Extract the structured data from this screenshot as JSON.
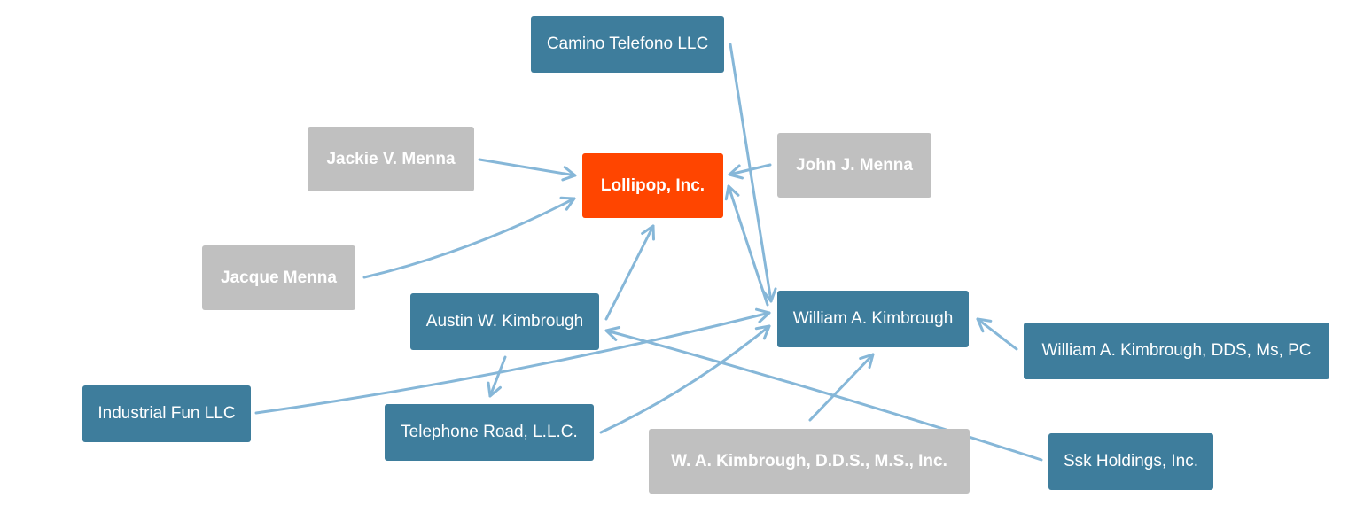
{
  "colors": {
    "entity": "#3e7d9c",
    "person": "#c0c0c0",
    "focus": "#ff4500",
    "edge": "#86b7d8",
    "label": "#ffffff"
  },
  "nodes": {
    "camino": {
      "label": "Camino Telefono LLC",
      "kind": "entity"
    },
    "jackie": {
      "label": "Jackie V. Menna",
      "kind": "person"
    },
    "lollipop": {
      "label": "Lollipop, Inc.",
      "kind": "focus"
    },
    "john": {
      "label": "John J. Menna",
      "kind": "person"
    },
    "jacque": {
      "label": "Jacque Menna",
      "kind": "person"
    },
    "austin": {
      "label": "Austin W. Kimbrough",
      "kind": "entity"
    },
    "william": {
      "label": "William A. Kimbrough",
      "kind": "entity"
    },
    "william_dds": {
      "label": "William A. Kimbrough, DDS, Ms, PC",
      "kind": "entity"
    },
    "industrial": {
      "label": "Industrial Fun LLC",
      "kind": "entity"
    },
    "telephone": {
      "label": "Telephone Road, L.L.C.",
      "kind": "entity"
    },
    "wa_kimbrough": {
      "label": "W. A. Kimbrough, D.D.S., M.S., Inc.",
      "kind": "person"
    },
    "ssk": {
      "label": "Ssk Holdings, Inc.",
      "kind": "entity"
    }
  },
  "edges": [
    {
      "from": "jackie",
      "to": "lollipop"
    },
    {
      "from": "jacque",
      "to": "lollipop"
    },
    {
      "from": "john",
      "to": "lollipop"
    },
    {
      "from": "austin",
      "to": "lollipop"
    },
    {
      "from": "william",
      "to": "lollipop"
    },
    {
      "from": "camino",
      "to": "william"
    },
    {
      "from": "industrial",
      "to": "william"
    },
    {
      "from": "telephone",
      "to": "william"
    },
    {
      "from": "wa_kimbrough",
      "to": "william"
    },
    {
      "from": "william_dds",
      "to": "william"
    },
    {
      "from": "austin",
      "to": "telephone"
    },
    {
      "from": "ssk",
      "to": "austin"
    }
  ]
}
